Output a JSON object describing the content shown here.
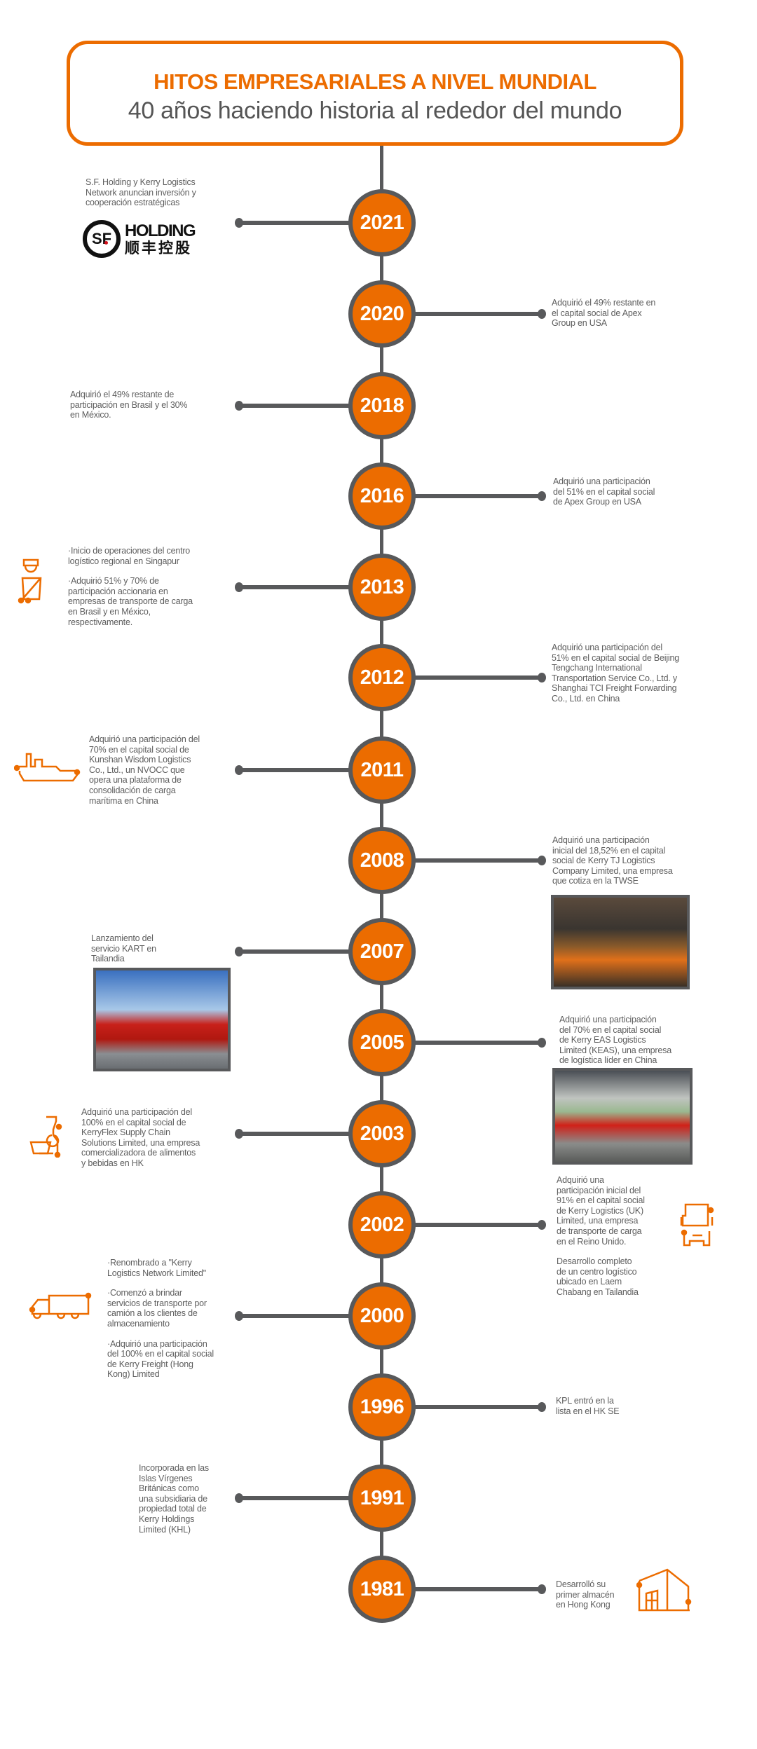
{
  "header": {
    "title": "HITOS EMPRESARIALES A NIVEL MUNDIAL",
    "subtitle": "40 años haciendo historia al rededor del mundo"
  },
  "colors": {
    "accent": "#ec6c00",
    "line": "#58595b",
    "text": "#5e5e5e"
  },
  "logo": {
    "latin": "HOLDING",
    "mark": "SF",
    "chinese": "顺丰控股"
  },
  "milestones": [
    {
      "year": "2021",
      "side": "left",
      "icon": "sf-holding-logo",
      "paragraphs": [
        "S.F. Holding y Kerry Logistics\nNetwork anuncian inversión y\ncooperación estratégicas"
      ]
    },
    {
      "year": "2020",
      "side": "right",
      "paragraphs": [
        "Adquirió el 49% restante en\nel capital social de Apex\nGroup en USA"
      ]
    },
    {
      "year": "2018",
      "side": "left",
      "paragraphs": [
        "Adquirió el 49% restante de\nparticipación en Brasil y el 30%\nen México."
      ]
    },
    {
      "year": "2016",
      "side": "right",
      "paragraphs": [
        "Adquirió una participación\ndel 51% en el capital social\nde Apex Group en USA"
      ]
    },
    {
      "year": "2013",
      "side": "left",
      "icon": "courier-with-trolley-icon",
      "paragraphs": [
        "·Inicio de operaciones del centro\nlogístico regional en Singapur",
        "·Adquirió 51% y 70% de\nparticipación accionaria en\nempresas de transporte de carga\nen Brasil y en México,\nrespectivamente."
      ]
    },
    {
      "year": "2012",
      "side": "right",
      "paragraphs": [
        "Adquirió una participación del\n51% en el capital social de Beijing\nTengchang International\nTransportation Service Co., Ltd. y\nShanghai TCI Freight Forwarding\nCo., Ltd. en China"
      ]
    },
    {
      "year": "2011",
      "side": "left",
      "icon": "cargo-ship-icon",
      "paragraphs": [
        "Adquirió una participación del\n70% en el capital social de\nKunshan Wisdom Logistics\nCo., Ltd., un NVOCC que\nopera una plataforma de\nconsolidación de carga\nmarítima en China"
      ]
    },
    {
      "year": "2008",
      "side": "right",
      "photo": "orange-trucks-depot-photo",
      "paragraphs": [
        "Adquirió una participación\ninicial del 18,52% en el capital\nsocial de Kerry TJ Logistics\nCompany Limited, una empresa\nque cotiza en la TWSE"
      ]
    },
    {
      "year": "2007",
      "side": "left",
      "photo": "red-truck-bridge-photo",
      "paragraphs": [
        "Lanzamiento del\nservicio KART en\nTailandia"
      ]
    },
    {
      "year": "2005",
      "side": "right",
      "photo": "warehouse-cargo-photo",
      "paragraphs": [
        "Adquirió una participación\ndel 70% en el capital social\nde Kerry EAS Logistics\nLimited (KEAS), una empresa\nde logística líder en China"
      ]
    },
    {
      "year": "2003",
      "side": "left",
      "icon": "wine-glass-bottle-icon",
      "paragraphs": [
        "Adquirió una participación del\n100% en el capital social de\nKerryFlex Supply Chain\nSolutions Limited, una empresa\ncomercializadora de alimentos\ny bebidas en HK"
      ]
    },
    {
      "year": "2002",
      "side": "right",
      "icon": "truck-front-icon",
      "paragraphs": [
        "Adquirió una\nparticipación inicial del\n91% en el capital social\nde Kerry Logistics (UK)\nLimited, una empresa\nde transporte de carga\nen el Reino Unido.",
        "Desarrollo completo\nde un centro logístico\nubicado en Laem\nChabang en Tailandia"
      ]
    },
    {
      "year": "2000",
      "side": "left",
      "icon": "truck-side-icon",
      "paragraphs": [
        "·Renombrado a \"Kerry\nLogistics Network Limited\"",
        "·Comenzó a brindar\nservicios de transporte por\ncamión a los clientes de\nalmacenamiento",
        "·Adquirió una participación\ndel 100% en el capital social\nde Kerry Freight (Hong\nKong) Limited"
      ]
    },
    {
      "year": "1996",
      "side": "right",
      "paragraphs": [
        "KPL entró en la\nlista  en el HK SE"
      ]
    },
    {
      "year": "1991",
      "side": "left",
      "paragraphs": [
        "Incorporada en las\nIslas Vírgenes\nBritánicas como\nuna subsidiaria de\npropiedad total de\nKerry Holdings\nLimited (KHL)"
      ]
    },
    {
      "year": "1981",
      "side": "right",
      "icon": "warehouse-icon",
      "paragraphs": [
        "Desarrolló su\nprimer almacén\nen Hong Kong"
      ]
    }
  ]
}
